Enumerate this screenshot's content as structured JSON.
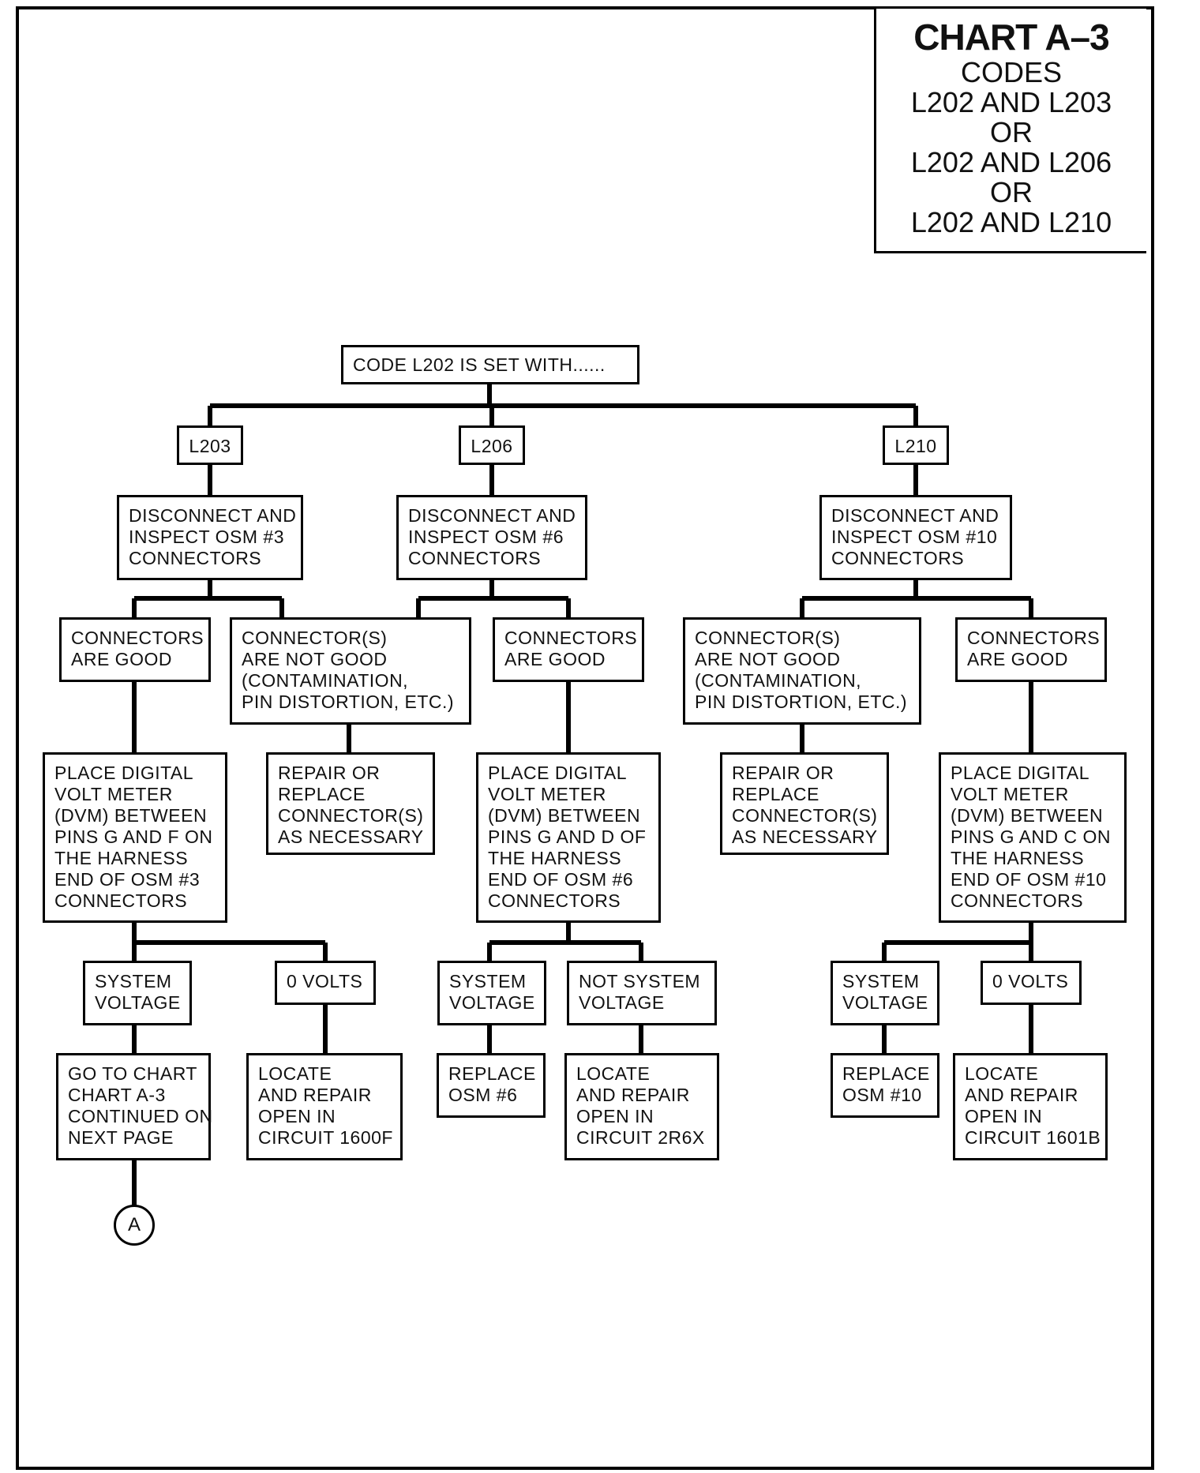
{
  "title": {
    "chart": "CHART A–3",
    "lines": [
      "CODES",
      "L202 AND L203",
      "OR",
      "L202 AND L206",
      "OR",
      "L202 AND L210"
    ]
  },
  "nodes": {
    "root": "CODE L202 IS SET WITH......",
    "l203": "L203",
    "l206": "L206",
    "l210": "L210",
    "inspect3": "DISCONNECT AND\nINSPECT OSM #3\nCONNECTORS",
    "inspect6": "DISCONNECT AND\nINSPECT OSM #6\nCONNECTORS",
    "inspect10": "DISCONNECT AND\nINSPECT OSM #10\nCONNECTORS",
    "good3": "CONNECTORS\nARE GOOD",
    "notgood3": "CONNECTOR(S)\nARE NOT GOOD\n(CONTAMINATION,\nPIN DISTORTION, ETC.)",
    "good6": "CONNECTORS\nARE GOOD",
    "notgood10": "CONNECTOR(S)\nARE NOT GOOD\n(CONTAMINATION,\nPIN DISTORTION, ETC.)",
    "good10": "CONNECTORS\nARE GOOD",
    "dvm3": "PLACE DIGITAL\nVOLT METER\n(DVM) BETWEEN\nPINS G AND F ON\nTHE HARNESS\nEND OF OSM #3\nCONNECTORS",
    "repair3": "REPAIR OR\nREPLACE\nCONNECTOR(S)\nAS NECESSARY",
    "dvm6": "PLACE DIGITAL\nVOLT METER\n(DVM) BETWEEN\nPINS G AND D OF\nTHE HARNESS\nEND OF OSM #6\nCONNECTORS",
    "repair10": "REPAIR OR\nREPLACE\nCONNECTOR(S)\nAS NECESSARY",
    "dvm10": "PLACE DIGITAL\nVOLT METER\n(DVM) BETWEEN\nPINS G AND C ON\nTHE HARNESS\nEND OF OSM #10\nCONNECTORS",
    "sys3": "SYSTEM\nVOLTAGE",
    "zero3": "0 VOLTS",
    "sys6": "SYSTEM\nVOLTAGE",
    "notsys6": "NOT SYSTEM\nVOLTAGE",
    "sys10": "SYSTEM\nVOLTAGE",
    "zero10": "0 VOLTS",
    "goto": "GO TO CHART\nCHART A-3\nCONTINUED ON\nNEXT PAGE",
    "locate1600": "LOCATE\nAND REPAIR\nOPEN IN\nCIRCUIT 1600F",
    "replace6": "REPLACE\nOSM #6",
    "locate2r6x": "LOCATE\nAND REPAIR\nOPEN IN\nCIRCUIT 2R6X",
    "replace10": "REPLACE\nOSM #10",
    "locate1601": "LOCATE\nAND REPAIR\nOPEN IN\nCIRCUIT 1601B",
    "connector_a": "A"
  }
}
